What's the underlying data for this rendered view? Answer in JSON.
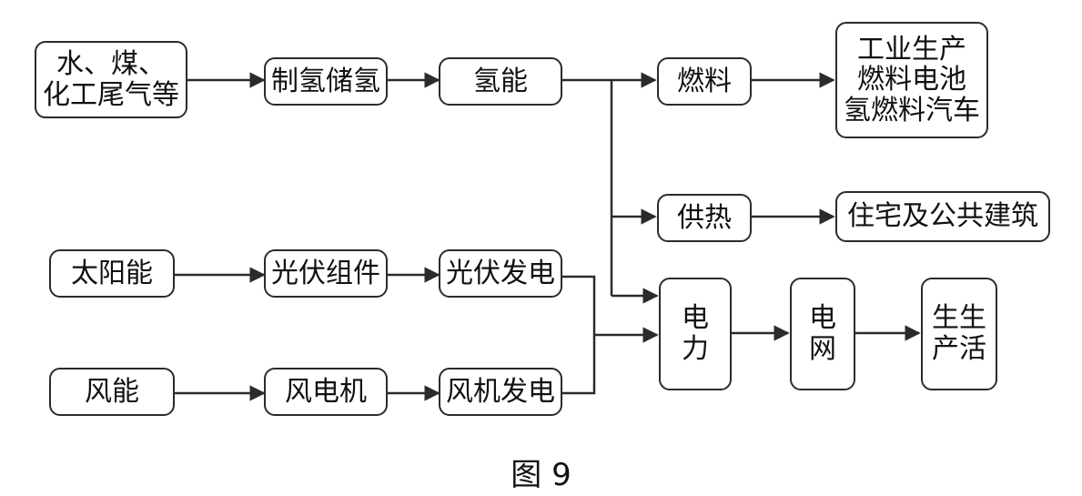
{
  "diagram": {
    "caption": "图 9",
    "nodes": {
      "water_coal": "水、煤、\n化工尾气等",
      "h2_production": "制氢储氢",
      "hydrogen_energy": "氢能",
      "fuel": "燃料",
      "fuel_uses": "工业生产\n燃料电池\n氢燃料汽车",
      "heating": "供热",
      "buildings": "住宅及公共建筑",
      "solar": "太阳能",
      "pv_modules": "光伏组件",
      "pv_power": "光伏发电",
      "electricity": "电\n力",
      "grid": "电\n网",
      "production_life": "生生\n产活",
      "wind": "风能",
      "wind_turbine": "风电机",
      "wind_power": "风机发电"
    }
  }
}
